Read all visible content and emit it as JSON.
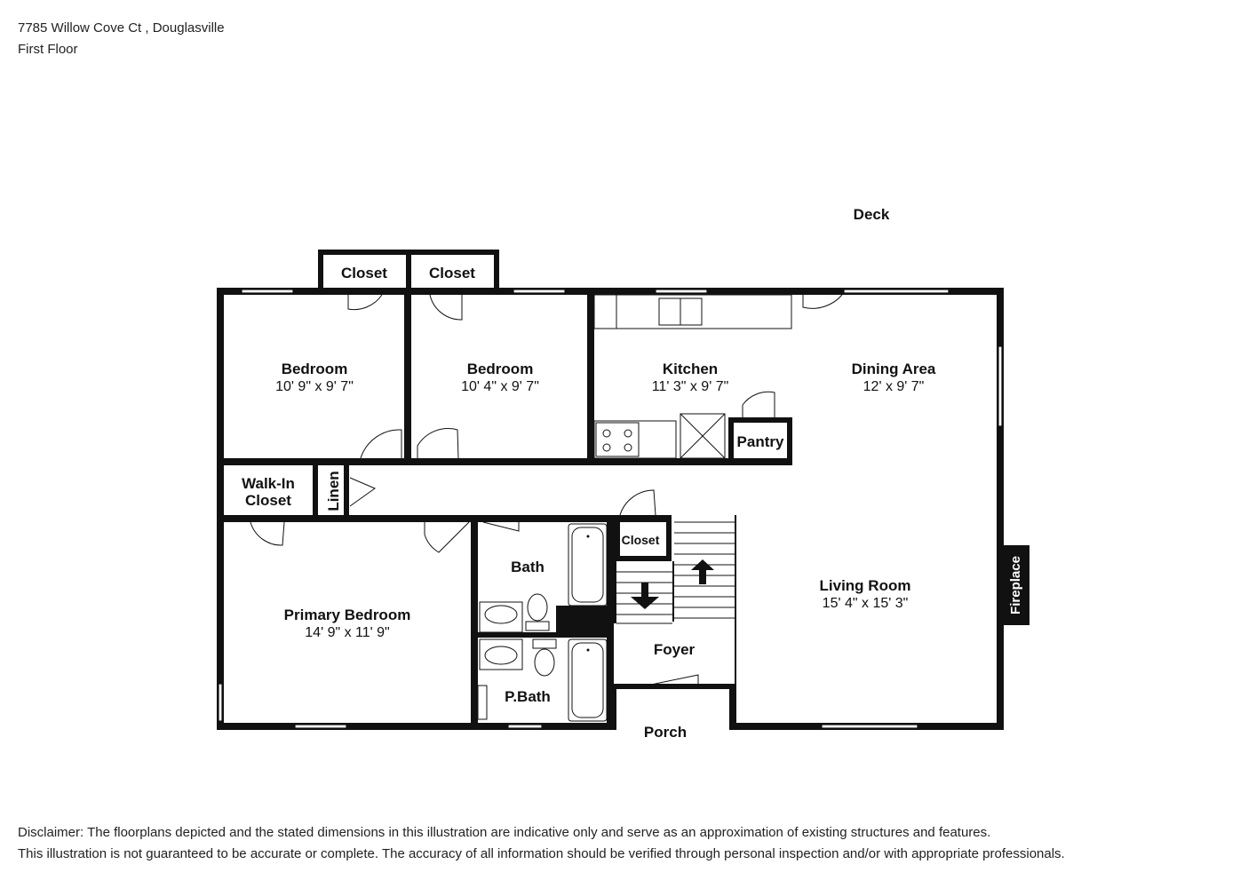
{
  "header": {
    "address": "7785 Willow Cove Ct , Douglasville",
    "floor": "First Floor"
  },
  "rooms": {
    "bedroom1": {
      "name": "Bedroom",
      "dims": "10' 9\" x 9' 7\""
    },
    "bedroom2": {
      "name": "Bedroom",
      "dims": "10' 4\" x 9' 7\""
    },
    "kitchen": {
      "name": "Kitchen",
      "dims": "11' 3\" x 9' 7\""
    },
    "dining": {
      "name": "Dining Area",
      "dims": "12' x 9' 7\""
    },
    "living": {
      "name": "Living Room",
      "dims": "15' 4\" x 15' 3\""
    },
    "primary": {
      "name": "Primary Bedroom",
      "dims": "14' 9\" x 11' 9\""
    },
    "closet1": "Closet",
    "closet2": "Closet",
    "closet3": "Closet",
    "walkin_line1": "Walk-In",
    "walkin_line2": "Closet",
    "linen": "Linen",
    "pantry": "Pantry",
    "bath": "Bath",
    "pbath": "P.Bath",
    "foyer": "Foyer",
    "porch": "Porch",
    "deck": "Deck",
    "fireplace": "Fireplace"
  },
  "disclaimer": {
    "line1": "Disclaimer: The floorplans depicted and the stated dimensions in this illustration are indicative only and serve as an approximation of existing structures and features.",
    "line2": "This illustration is not guaranteed to be accurate or complete. The accuracy of all information should be verified through personal inspection and/or with appropriate professionals."
  }
}
